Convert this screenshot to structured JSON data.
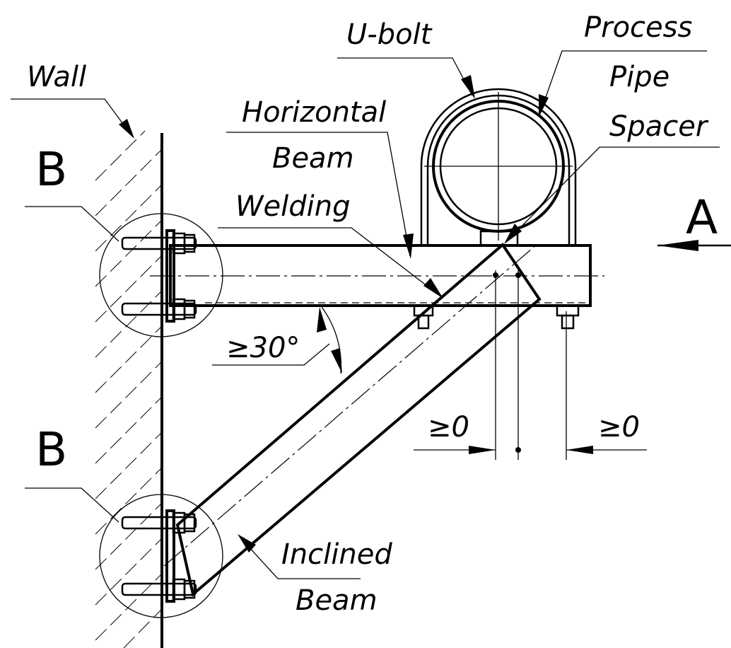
{
  "labels": {
    "wall": "Wall",
    "u_bolt": "U-bolt",
    "process": "Process",
    "pipe": "Pipe",
    "spacer": "Spacer",
    "horizontal": "Horizontal",
    "beam_h": "Beam",
    "welding": "Welding",
    "angle": "≥30°",
    "inclined": "Inclined",
    "beam_i": "Beam",
    "dim_left": "≥0",
    "dim_right": "≥0",
    "view_a": "A",
    "detail_b_top": "B",
    "detail_b_bottom": "B"
  }
}
